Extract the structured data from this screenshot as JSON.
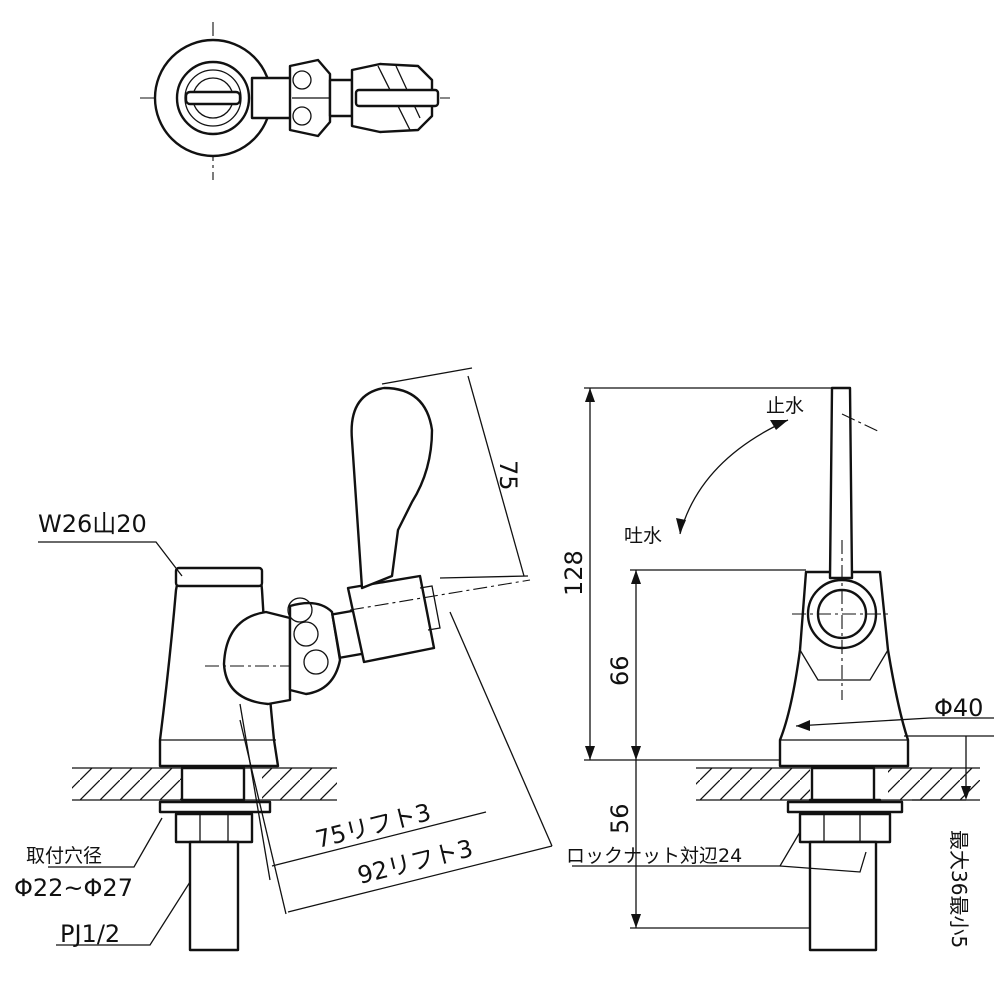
{
  "colors": {
    "line": "#111111",
    "background": "#ffffff",
    "shade": "#d9d9d9"
  },
  "labels": {
    "thread": "W26山20",
    "mount_hole_title": "取付穴径",
    "mount_hole_range": "Φ22~Φ27",
    "pipe_thread": "PJ1/2",
    "lock_nut": "ロックナット対辺24",
    "close_water": "止水",
    "open_water": "吐水",
    "diameter": "Φ40",
    "max_min": "最大36最小5"
  },
  "dimensions": {
    "handle_length": "75",
    "reach_1": "75リフト3",
    "reach_2": "92リフト3",
    "total_height": "128",
    "body_height": "66",
    "below_deck": "56"
  }
}
